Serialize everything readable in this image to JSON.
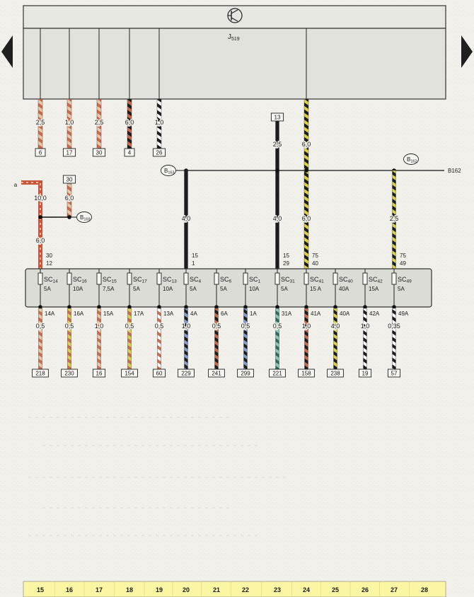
{
  "nav": {
    "prev_icon": "triangle-left",
    "next_icon": "triangle-right"
  },
  "relay": {
    "label": "J",
    "sub": "519",
    "icon": "transistor-symbol"
  },
  "colors": {
    "background": "#f1f0ea",
    "relay_fill": "#e2e2dc",
    "fuse_fill": "#dcdcd6",
    "bottom_bar": "#fbf6a3",
    "wire_dark": "#1c1c1c",
    "bus": "#1a1a1a"
  },
  "top_wires": [
    {
      "gauge": "2,5",
      "term": "6",
      "colors": [
        "#c96a4f",
        "#e9c9a8"
      ]
    },
    {
      "gauge": "1,0",
      "term": "17",
      "colors": [
        "#c96a4f",
        "#e9c9a8"
      ]
    },
    {
      "gauge": "2,5",
      "term": "30",
      "colors": [
        "#c96a4f",
        "#e9c9a8"
      ]
    },
    {
      "gauge": "6,0",
      "term": "4",
      "colors": [
        "#1c1c1c",
        "#c96a4f"
      ]
    },
    {
      "gauge": "1,0",
      "term": "26",
      "colors": [
        "#1c1c1c",
        "#ffffff"
      ]
    }
  ],
  "battery": {
    "label_a": "a",
    "gauge_top": "10,0",
    "gauge_right": "6,0",
    "term_right": "30",
    "connector": "B",
    "connector_sub": "169",
    "gauge_down": "6,0",
    "pin_a": "30",
    "pin_b": "12"
  },
  "bus": {
    "left": {
      "connector": "B",
      "connector_sub": "163"
    },
    "right": {
      "connector": "B",
      "connector_sub": "162"
    },
    "out_label": "B162",
    "term_top": "13"
  },
  "mid_wires": [
    {
      "gauge": "4,0",
      "pin_a": "15",
      "pin_b": "1",
      "colors": [
        "#1c1c1c",
        "#1c1c1c"
      ]
    },
    {
      "gauge": "2,5",
      "gauge_low": "4,0",
      "pin_a": "15",
      "pin_b": "29",
      "colors": [
        "#1c1c1c",
        "#1c1c1c"
      ]
    },
    {
      "gauge": "6,0",
      "gauge_low": "6,0",
      "pin_a": "75",
      "pin_b": "40",
      "colors": [
        "#1c1c1c",
        "#d9d24a"
      ]
    },
    {
      "gauge": "2,5",
      "pin_a": "75",
      "pin_b": "49",
      "colors": [
        "#1c1c1c",
        "#d9d24a"
      ]
    }
  ],
  "fuses": [
    {
      "name": "SC",
      "sub": "14",
      "amp": "5A",
      "wire_id": "14A",
      "gauge": "0,5",
      "term": "218",
      "colors": [
        "#c96a4f",
        "#e9c9a8"
      ]
    },
    {
      "name": "SC",
      "sub": "16",
      "amp": "10A",
      "wire_id": "16A",
      "gauge": "0,5",
      "term": "230",
      "colors": [
        "#c96a4f",
        "#d9d24a"
      ]
    },
    {
      "name": "SC",
      "sub": "15",
      "amp": "7,5A",
      "wire_id": "15A",
      "gauge": "1,0",
      "term": "16",
      "colors": [
        "#c96a4f",
        "#e9c9a8"
      ]
    },
    {
      "name": "SC",
      "sub": "17",
      "amp": "5A",
      "wire_id": "17A",
      "gauge": "0,5",
      "term": "154",
      "colors": [
        "#c96a4f",
        "#d9d24a"
      ]
    },
    {
      "name": "SC",
      "sub": "13",
      "amp": "10A",
      "wire_id": "13A",
      "gauge": "0,5",
      "term": "60",
      "colors": [
        "#c96a4f",
        "#ffffff"
      ]
    },
    {
      "name": "SC",
      "sub": "4",
      "amp": "5A",
      "wire_id": "4A",
      "gauge": "1,0",
      "term": "229",
      "colors": [
        "#1c1c1c",
        "#8a9bd0"
      ]
    },
    {
      "name": "SC",
      "sub": "6",
      "amp": "5A",
      "wire_id": "6A",
      "gauge": "0,5",
      "term": "241",
      "colors": [
        "#1c1c1c",
        "#c96a4f"
      ]
    },
    {
      "name": "SC",
      "sub": "1",
      "amp": "10A",
      "wire_id": "1A",
      "gauge": "0,5",
      "term": "299",
      "colors": [
        "#1c1c1c",
        "#8a9bd0"
      ]
    },
    {
      "name": "SC",
      "sub": "31",
      "amp": "5A",
      "wire_id": "31A",
      "gauge": "0,5",
      "term": "221",
      "colors": [
        "#2e6b5e",
        "#8fc7b3"
      ]
    },
    {
      "name": "SC",
      "sub": "41",
      "amp": "15 A",
      "wire_id": "41A",
      "gauge": "1,0",
      "term": "158",
      "colors": [
        "#1c1c1c",
        "#c96a4f"
      ]
    },
    {
      "name": "SC",
      "sub": "40",
      "amp": "40A",
      "wire_id": "40A",
      "gauge": "4,0",
      "term": "238",
      "colors": [
        "#1c1c1c",
        "#d9d24a"
      ]
    },
    {
      "name": "SC",
      "sub": "42",
      "amp": "15A",
      "wire_id": "42A",
      "gauge": "1,0",
      "term": "19",
      "colors": [
        "#1c1c1c",
        "#ffffff"
      ]
    },
    {
      "name": "SC",
      "sub": "49",
      "amp": "5A",
      "wire_id": "49A",
      "gauge": "0,35",
      "term": "57",
      "colors": [
        "#1c1c1c",
        "#ffffff"
      ]
    }
  ],
  "columns": [
    "15",
    "16",
    "17",
    "18",
    "19",
    "20",
    "21",
    "22",
    "23",
    "24",
    "25",
    "26",
    "27",
    "28"
  ]
}
